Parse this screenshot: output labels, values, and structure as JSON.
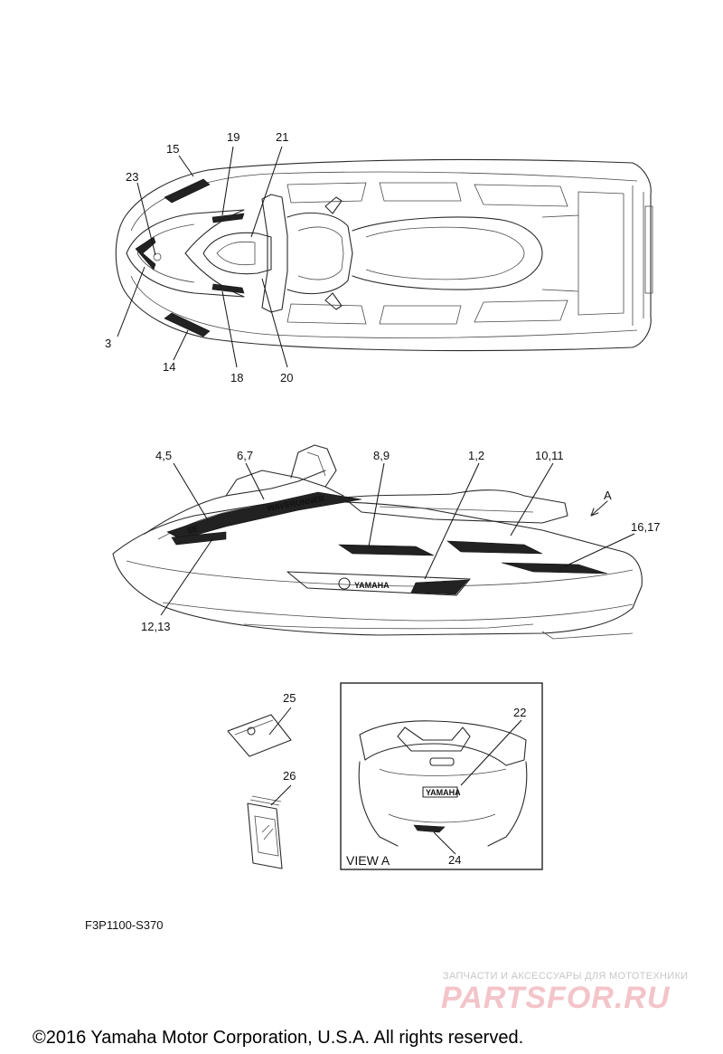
{
  "callouts": {
    "c15": "15",
    "c19": "19",
    "c21": "21",
    "c23": "23",
    "c3": "3",
    "c14": "14",
    "c18": "18",
    "c20": "20",
    "c45": "4,5",
    "c67": "6,7",
    "c89": "8,9",
    "c12": "1,2",
    "c1011": "10,11",
    "cA": "A",
    "c1617": "16,17",
    "c1213": "12,13",
    "c25": "25",
    "c26": "26",
    "c22": "22",
    "c24": "24"
  },
  "decals": {
    "side_brand": "YAMAHA",
    "rear_brand": "YAMAHA"
  },
  "view_label": "VIEW A",
  "figure_code": "F3P1100-S370",
  "watermark": {
    "tagline": "ЗАПЧАСТИ И АКСЕССУАРЫ ДЛЯ МОТОТЕХНИКИ",
    "brand": "PARTSFOR.RU"
  },
  "copyright": "©2016 Yamaha Motor Corporation, U.S.A. All rights reserved."
}
